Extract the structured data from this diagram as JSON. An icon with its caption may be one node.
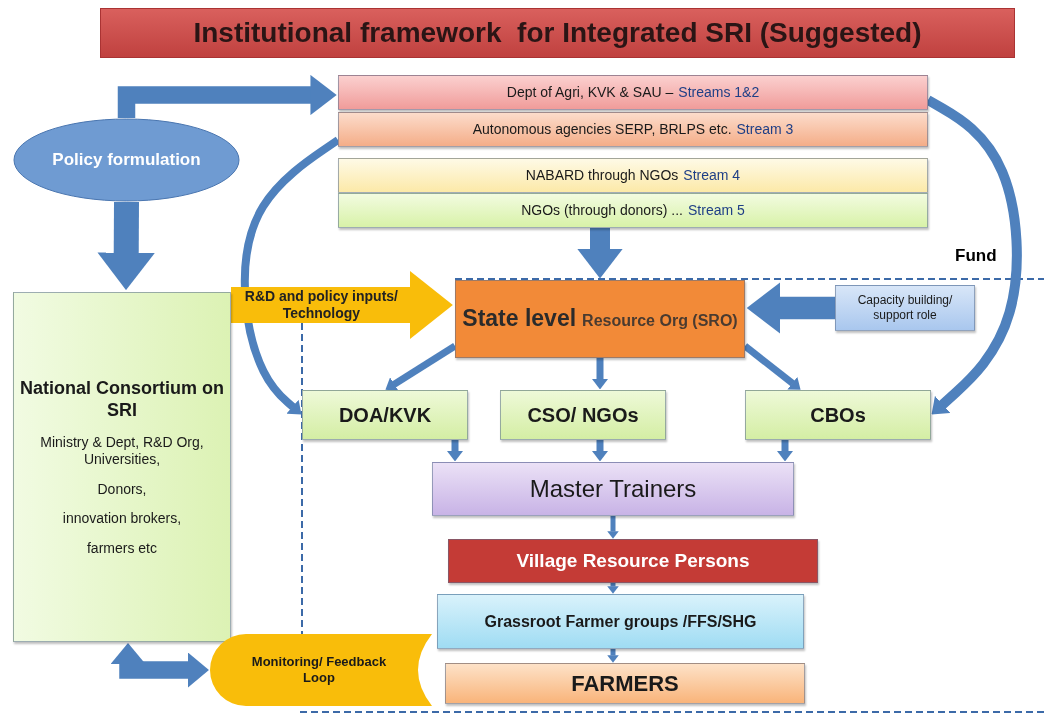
{
  "diagram": {
    "title": "Institutional framework  for Integrated SRI (Suggested)",
    "nodes": [
      {
        "text": [
          "Policy formulation"
        ]
      },
      {
        "text": [
          "Dept of Agri, KVK & SAU –",
          "Streams 1&2"
        ]
      },
      {
        "text": [
          "Autonomous agencies SERP, BRLPS etc.",
          "Stream 3"
        ]
      },
      {
        "text": [
          "NABARD through NGOs",
          "Stream 4"
        ]
      },
      {
        "text": [
          "NGOs (through donors) ...",
          "Stream 5"
        ]
      },
      {
        "text": [
          "National Consortium on SRI",
          "Ministry & Dept, R&D Org, Universities,",
          "Donors,",
          "innovation brokers,",
          "farmers etc"
        ]
      },
      {
        "text": [
          "State level",
          "Resource Org (SRO)"
        ]
      },
      {
        "text": [
          "Capacity building/ support role"
        ]
      },
      {
        "text": [
          "DOA/KVK"
        ]
      },
      {
        "text": [
          "CSO/ NGOs"
        ]
      },
      {
        "text": [
          "CBOs"
        ]
      },
      {
        "text": [
          "Master Trainers"
        ]
      },
      {
        "text": [
          "Village Resource Persons"
        ]
      },
      {
        "text": [
          "Grassroot Farmer groups /FFS/SHG"
        ]
      },
      {
        "text": [
          "FARMERS"
        ]
      },
      {
        "text": [
          "Monitoring/ Feedback Loop"
        ]
      }
    ],
    "edges": [
      {
        "from": 0,
        "to": 1,
        "arrow": "to",
        "style": "thick"
      },
      {
        "from": 0,
        "to": 5,
        "arrow": "to",
        "style": "thick"
      },
      {
        "from": 4,
        "to": 6,
        "arrow": "to",
        "style": "thick"
      },
      {
        "from": 7,
        "to": 6,
        "arrow": "to",
        "style": "thick"
      },
      {
        "from": 6,
        "to": 8,
        "arrow": "to"
      },
      {
        "from": 6,
        "to": 9,
        "arrow": "to"
      },
      {
        "from": 6,
        "to": 10,
        "arrow": "to"
      },
      {
        "from": 2,
        "to": 8,
        "arrow": "to"
      },
      {
        "from": 1,
        "to": 10,
        "arrow": "to"
      },
      {
        "from": 8,
        "to": 11,
        "arrow": "to"
      },
      {
        "from": 9,
        "to": 11,
        "arrow": "to"
      },
      {
        "from": 10,
        "to": 11,
        "arrow": "to"
      },
      {
        "from": 11,
        "to": 12,
        "arrow": "to"
      },
      {
        "from": 12,
        "to": 13,
        "arrow": "to"
      },
      {
        "from": 13,
        "to": 14,
        "arrow": "to"
      },
      {
        "from": 15,
        "to": 5,
        "arrow": "both",
        "style": "thick"
      },
      {
        "from": 5,
        "to": 6,
        "arrow": "to",
        "label": "R&D and policy inputs/ Technology",
        "style": "thick",
        "color": "#f9bd0a"
      }
    ],
    "labels": [
      "Fund"
    ]
  }
}
